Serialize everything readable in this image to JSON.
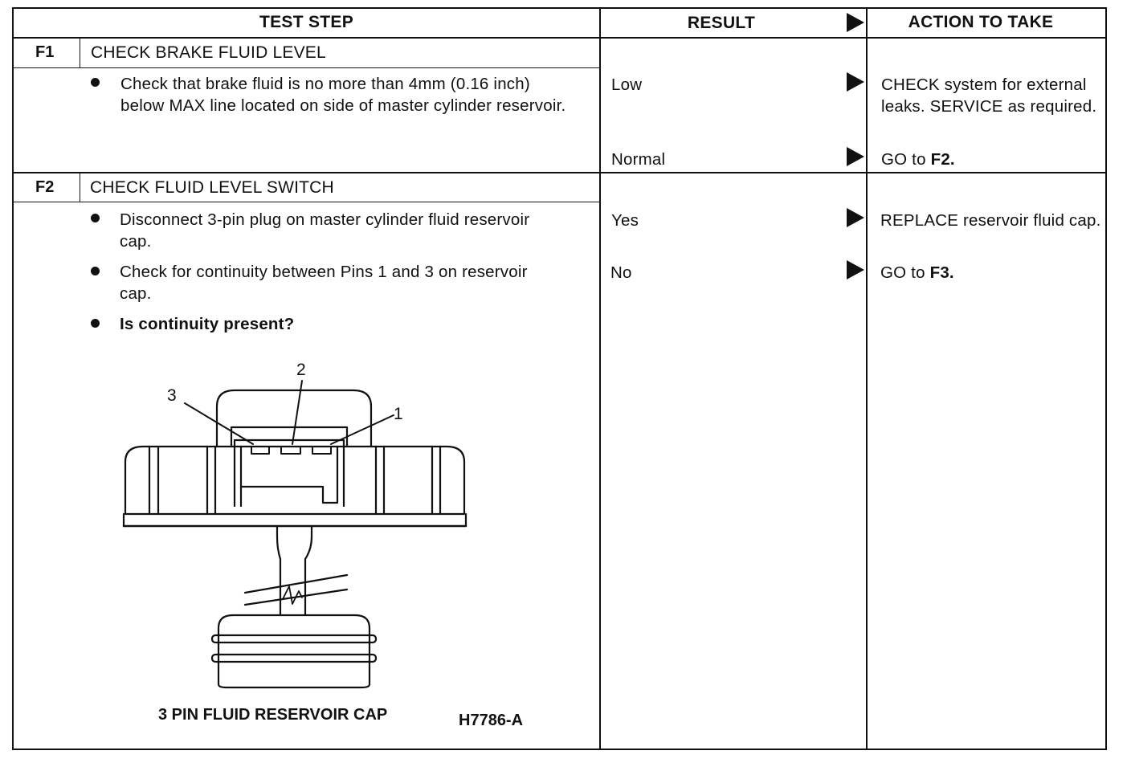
{
  "header": {
    "test_step": "TEST STEP",
    "result": "RESULT",
    "action": "ACTION TO TAKE"
  },
  "steps": [
    {
      "code": "F1",
      "title": "CHECK BRAKE FLUID LEVEL",
      "bullets": [
        "Check that brake fluid is no more than 4mm (0.16 inch) below MAX line located on side of master cylinder reservoir."
      ],
      "results": [
        {
          "result": "Low",
          "action": "CHECK system for external leaks. SERVICE as required."
        },
        {
          "result": "Normal",
          "action_prefix": "GO to ",
          "action_bold": "F2."
        }
      ]
    },
    {
      "code": "F2",
      "title": "CHECK FLUID LEVEL SWITCH",
      "bullets": [
        "Disconnect 3-pin plug on master cylinder fluid reservoir cap.",
        "Check for continuity between Pins 1 and 3 on reservoir cap.",
        "Is continuity present?"
      ],
      "results": [
        {
          "result": "Yes",
          "action": "REPLACE reservoir fluid cap."
        },
        {
          "result": "No",
          "action_prefix": "GO to ",
          "action_bold": "F3."
        }
      ]
    }
  ],
  "figure": {
    "pin_labels": [
      "3",
      "2",
      "1"
    ],
    "caption": "3 PIN FLUID RESERVOIR CAP",
    "figure_id": "H7786-A"
  }
}
